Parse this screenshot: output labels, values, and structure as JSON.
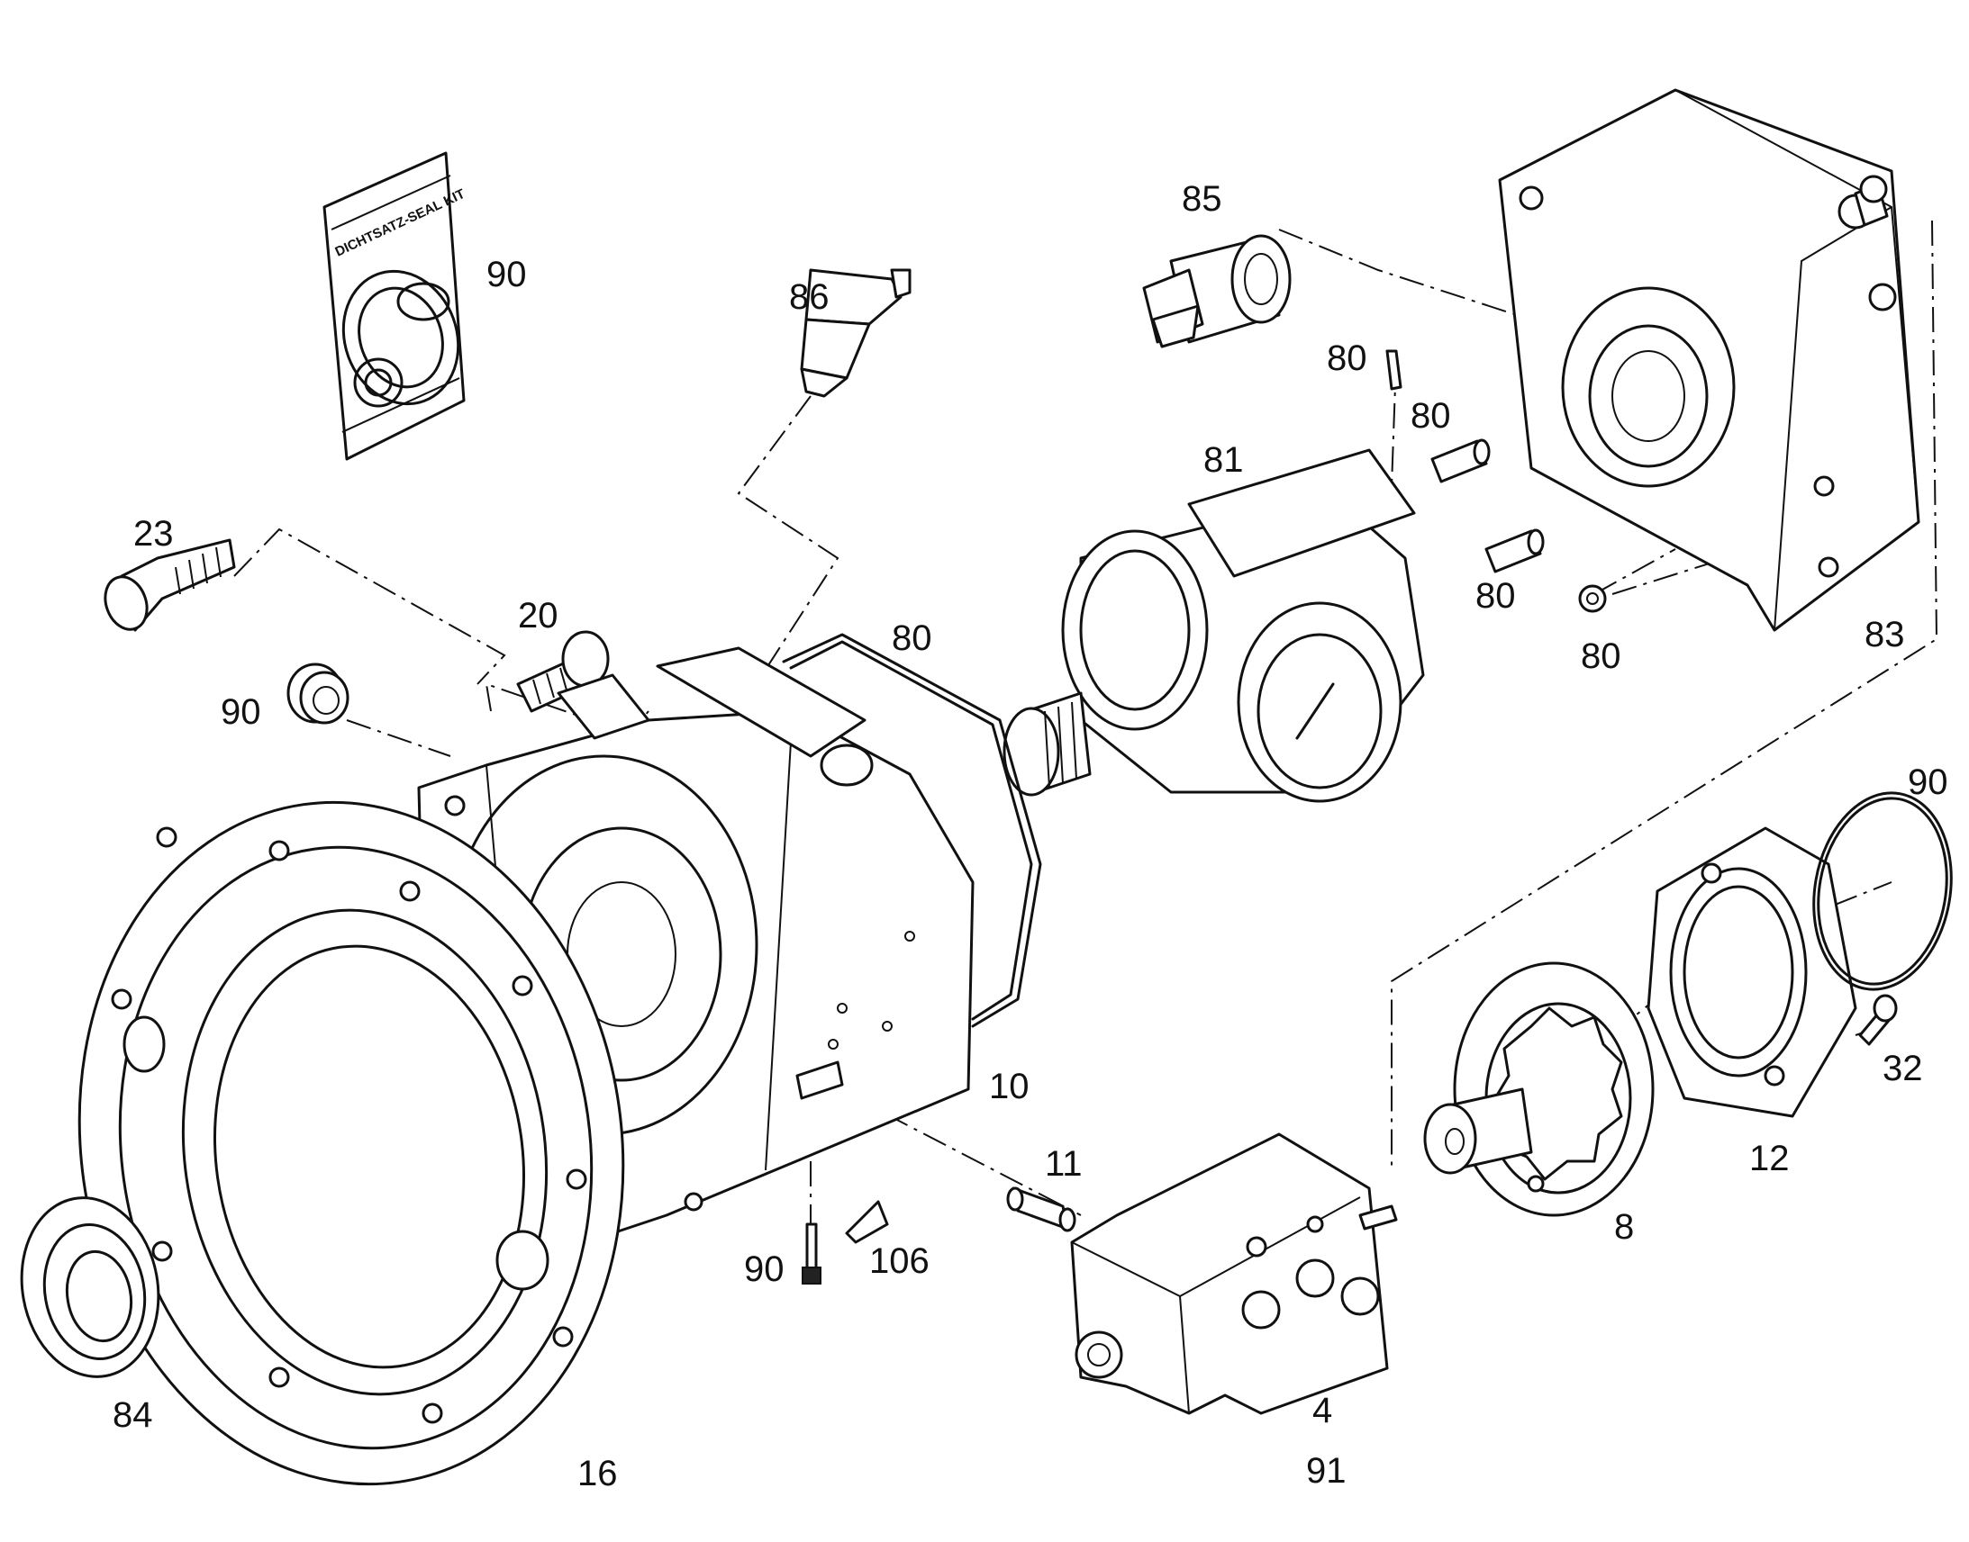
{
  "seal_kit_text": "DICHTSATZ-SEAL KIT",
  "parts": [
    {
      "id": "p90a",
      "label": "90"
    },
    {
      "id": "p86",
      "label": "86"
    },
    {
      "id": "p85",
      "label": "85"
    },
    {
      "id": "p80a",
      "label": "80"
    },
    {
      "id": "p80b",
      "label": "80"
    },
    {
      "id": "p81",
      "label": "81"
    },
    {
      "id": "p23",
      "label": "23"
    },
    {
      "id": "p20",
      "label": "20"
    },
    {
      "id": "p80c",
      "label": "80"
    },
    {
      "id": "p80d",
      "label": "80"
    },
    {
      "id": "p80e",
      "label": "80"
    },
    {
      "id": "p83",
      "label": "83"
    },
    {
      "id": "p90b",
      "label": "90"
    },
    {
      "id": "p90c",
      "label": "90"
    },
    {
      "id": "p10",
      "label": "10"
    },
    {
      "id": "p32",
      "label": "32"
    },
    {
      "id": "p11",
      "label": "11"
    },
    {
      "id": "p12",
      "label": "12"
    },
    {
      "id": "p8",
      "label": "8"
    },
    {
      "id": "p90d",
      "label": "90"
    },
    {
      "id": "p106",
      "label": "106"
    },
    {
      "id": "p84",
      "label": "84"
    },
    {
      "id": "p4",
      "label": "4"
    },
    {
      "id": "p16",
      "label": "16"
    },
    {
      "id": "p91",
      "label": "91"
    }
  ]
}
